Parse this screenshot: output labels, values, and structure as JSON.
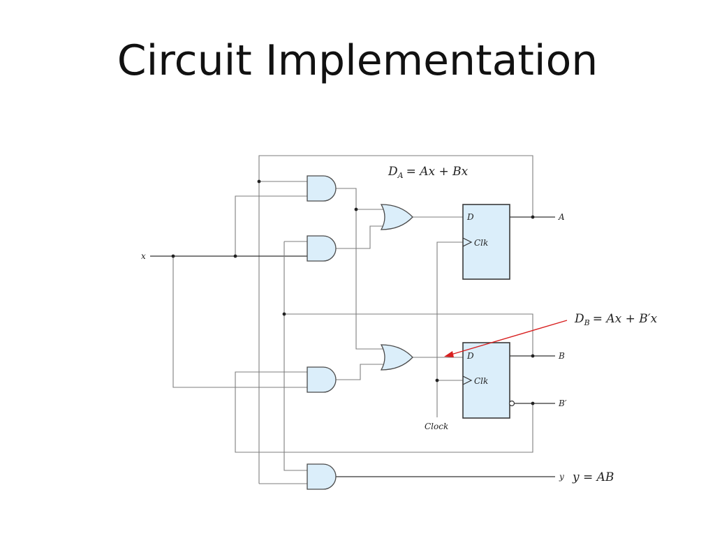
{
  "slide": {
    "title": "Circuit Implementation"
  },
  "diagram": {
    "input_label": "x",
    "clock_label": "Clock",
    "ff_a": {
      "d_label": "D",
      "clk_label": "Clk",
      "output_label": "A"
    },
    "ff_b": {
      "d_label": "D",
      "clk_label": "Clk",
      "output_label": "B",
      "output_bar_label": "B′"
    },
    "output_y_label": "y",
    "equation_da": {
      "lhs": "D",
      "sub": "A",
      "rhs": "= Ax + Bx"
    },
    "equation_db": {
      "lhs": "D",
      "sub": "B",
      "rhs": "= Ax + B′x"
    },
    "equation_y": "y = AB",
    "colors": {
      "gate_fill": "#dbeefa",
      "annotation_arrow": "#d81f1f"
    }
  }
}
